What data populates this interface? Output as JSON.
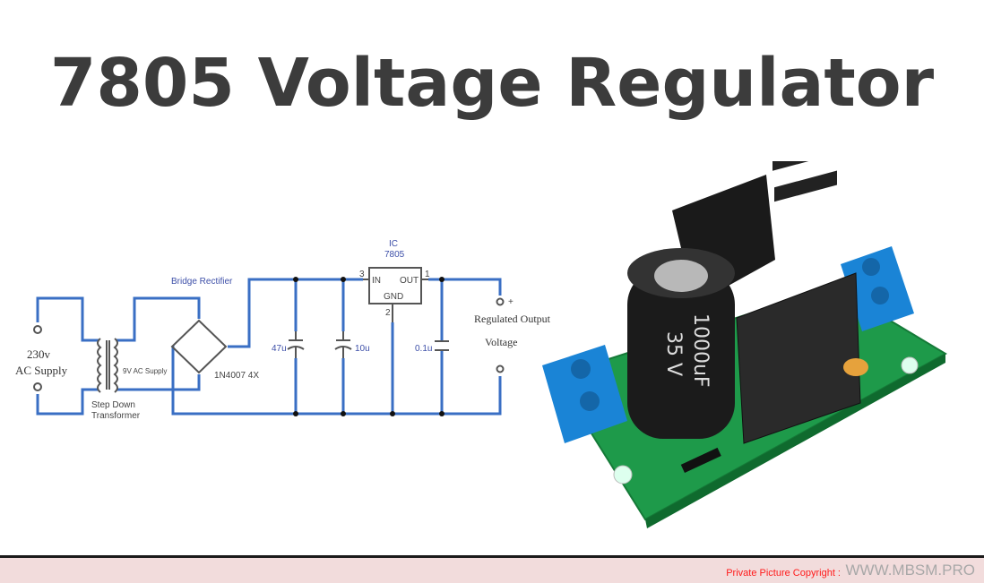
{
  "title": "7805 Voltage Regulator",
  "circuit": {
    "input_voltage": "230v",
    "input_label": "AC Supply",
    "transformer_secondary": "9V AC Supply",
    "transformer_label_1": "Step Down",
    "transformer_label_2": "Transformer",
    "bridge_label": "Bridge Rectifier",
    "diode_label": "1N4007 4X",
    "cap1": "47u",
    "cap2": "10u",
    "cap3": "0.1u",
    "ic_label": "IC",
    "ic_part": "7805",
    "ic_in": "IN",
    "ic_out": "OUT",
    "ic_gnd": "GND",
    "pin_in": "3",
    "pin_out": "1",
    "pin_gnd": "2",
    "output_label_1": "Regulated Output",
    "output_label_2": "Voltage",
    "output_plus": "+"
  },
  "pcb": {
    "capacitor_text_1": "1000uF",
    "capacitor_text_2": "35 V"
  },
  "footer": {
    "copyright": "Private Picture Copyright :",
    "site": "WWW.MBSM.PRO"
  },
  "colors": {
    "wire": "#3a6fc4",
    "title": "#3c3c3c",
    "footer_bg": "#f2dcdc"
  }
}
